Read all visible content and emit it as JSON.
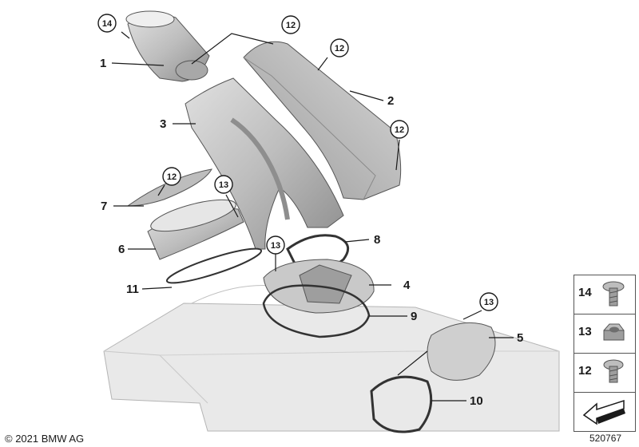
{
  "diagram": {
    "callouts": {
      "p1": "1",
      "p2": "2",
      "p3": "3",
      "p4": "4",
      "p5": "5",
      "p6": "6",
      "p7": "7",
      "p8": "8",
      "p9": "9",
      "p10": "10",
      "p11": "11"
    },
    "circle_callouts": {
      "c14": "14",
      "c12a": "12",
      "c12b": "12",
      "c12c": "12",
      "c12d": "12",
      "c13a": "13",
      "c13b": "13",
      "c13c": "13"
    },
    "legend": [
      {
        "number": "14",
        "icon": "screw-icon"
      },
      {
        "number": "13",
        "icon": "hex-nut-icon"
      },
      {
        "number": "12",
        "icon": "screw-icon"
      },
      {
        "number": "",
        "icon": "arrow-icon"
      }
    ],
    "copyright": "© 2021 BMW AG",
    "diagram_id": "520767"
  },
  "colors": {
    "part_fill": "#c9c9c9",
    "part_dark": "#9e9e9e",
    "tank_fill": "#e6e6e6",
    "line": "#1a1a1a"
  }
}
